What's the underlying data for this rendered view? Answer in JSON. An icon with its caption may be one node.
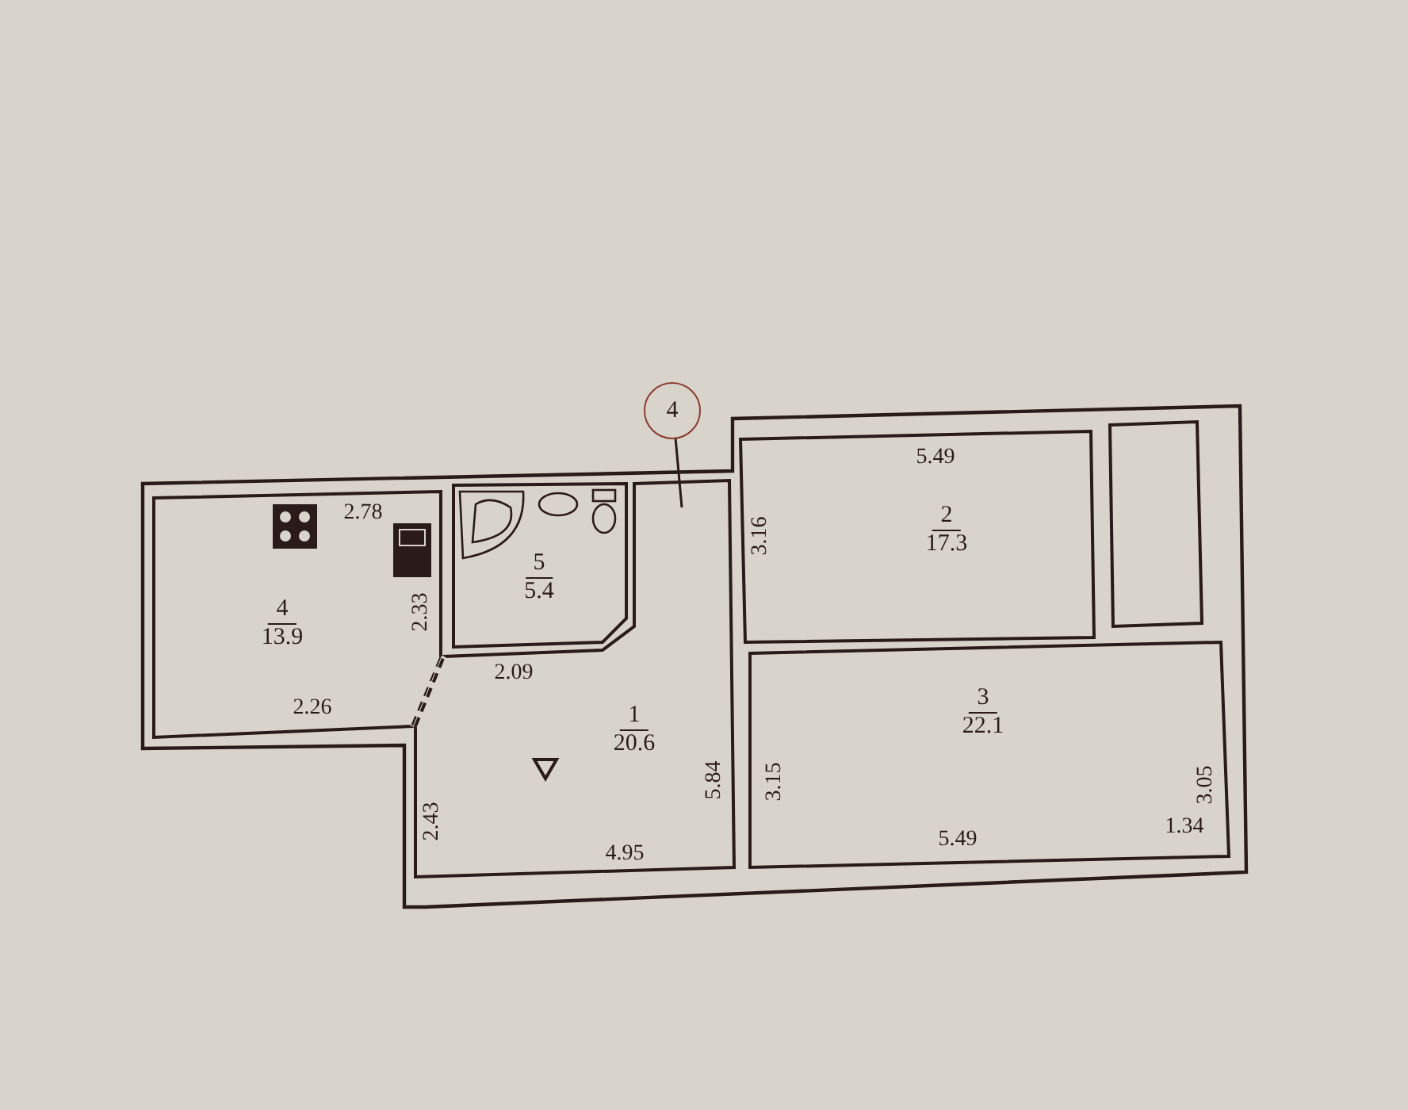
{
  "diagram": {
    "nodes": [
      {
        "text": [
          "4"
        ]
      },
      {
        "text": [
          "4",
          "13.9"
        ]
      },
      {
        "text": [
          "5",
          "5.4"
        ]
      },
      {
        "text": [
          "2",
          "17.3"
        ]
      },
      {
        "text": [],
        "shape": "box"
      },
      {
        "text": [
          "1",
          "20.6"
        ]
      },
      {
        "text": [
          "3",
          "22.1"
        ]
      }
    ],
    "labels": [
      "5.49",
      "2.78",
      "3.16",
      "2.33",
      "2.09",
      "2.26",
      "5.84",
      "3.15",
      "3.05",
      "2.43",
      "1.34",
      "5.49",
      "4.95"
    ]
  }
}
